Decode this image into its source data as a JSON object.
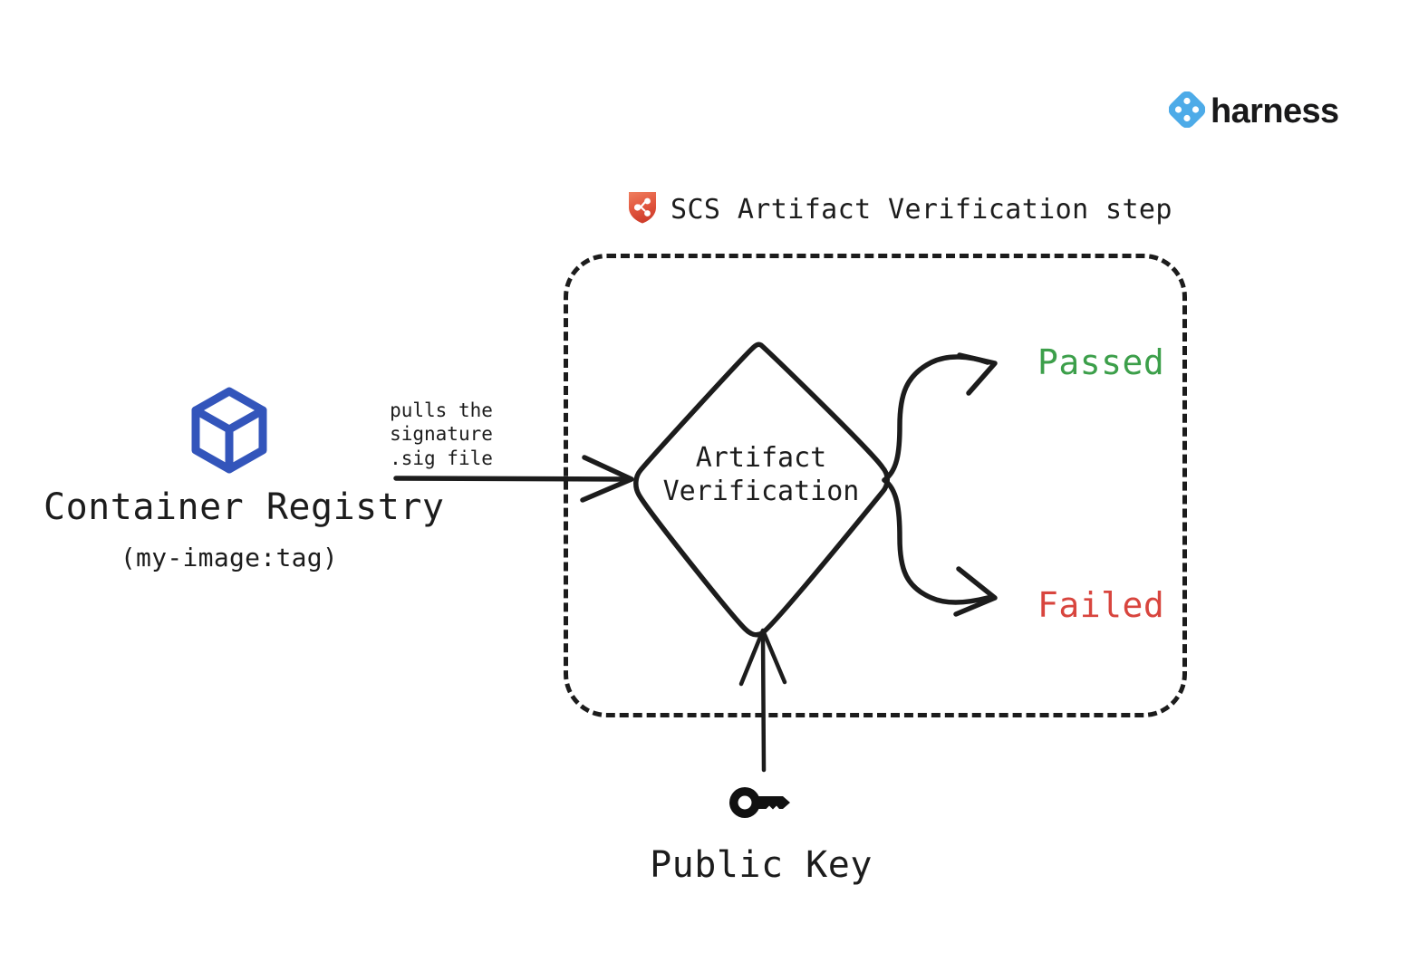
{
  "brand": {
    "logo_icon": "harness-diamond-logo-icon",
    "wordmark": "harness",
    "logo_color": "#4dabe8"
  },
  "step": {
    "icon": "scs-shield-icon",
    "icon_color": "#e2573f",
    "caption": "SCS Artifact Verification step"
  },
  "nodes": {
    "registry": {
      "icon": "container-cube-icon",
      "icon_color": "#3355bb",
      "title": "Container Registry",
      "subtitle": "(my-image:tag)"
    },
    "decision": {
      "line1": "Artifact",
      "line2": "Verification",
      "shape": "diamond"
    },
    "public_key": {
      "icon": "key-icon",
      "icon_color": "#111111",
      "title": "Public Key"
    }
  },
  "edges": {
    "registry_to_decision": {
      "label_line1": "pulls the signature",
      "label_line2": ".sig file"
    }
  },
  "outcomes": [
    {
      "label": "Passed",
      "color": "#3c9f4a"
    },
    {
      "label": "Failed",
      "color": "#d8453e"
    }
  ]
}
